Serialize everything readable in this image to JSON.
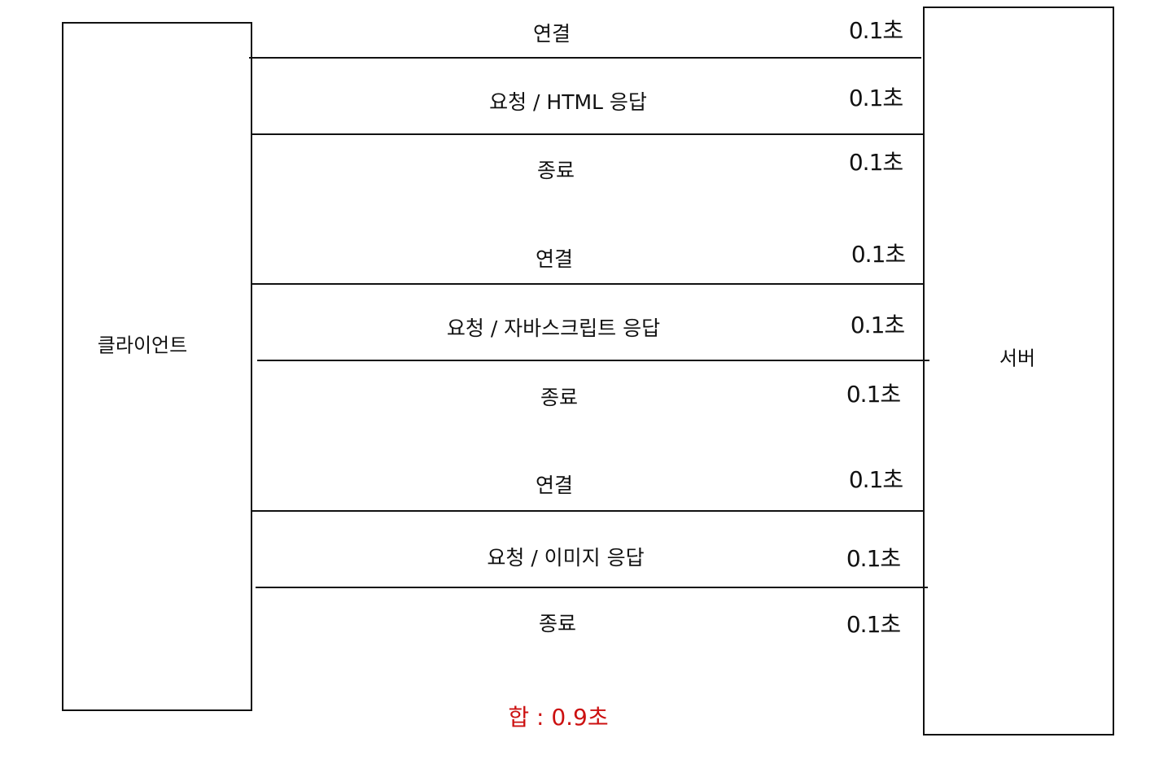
{
  "client": {
    "label": "클라이언트"
  },
  "server": {
    "label": "서버"
  },
  "steps": [
    {
      "label": "연결",
      "time": "0.1초"
    },
    {
      "label": "요청 / HTML 응답",
      "time": "0.1초"
    },
    {
      "label": "종료",
      "time": "0.1초"
    },
    {
      "label": "연결",
      "time": "0.1초"
    },
    {
      "label": "요청 / 자바스크립트 응답",
      "time": "0.1초"
    },
    {
      "label": "종료",
      "time": "0.1초"
    },
    {
      "label": "연결",
      "time": "0.1초"
    },
    {
      "label": "요청 / 이미지 응답",
      "time": "0.1초"
    },
    {
      "label": "종료",
      "time": "0.1초"
    }
  ],
  "total": {
    "label": "합 : 0.9초",
    "color": "#cc1111"
  }
}
